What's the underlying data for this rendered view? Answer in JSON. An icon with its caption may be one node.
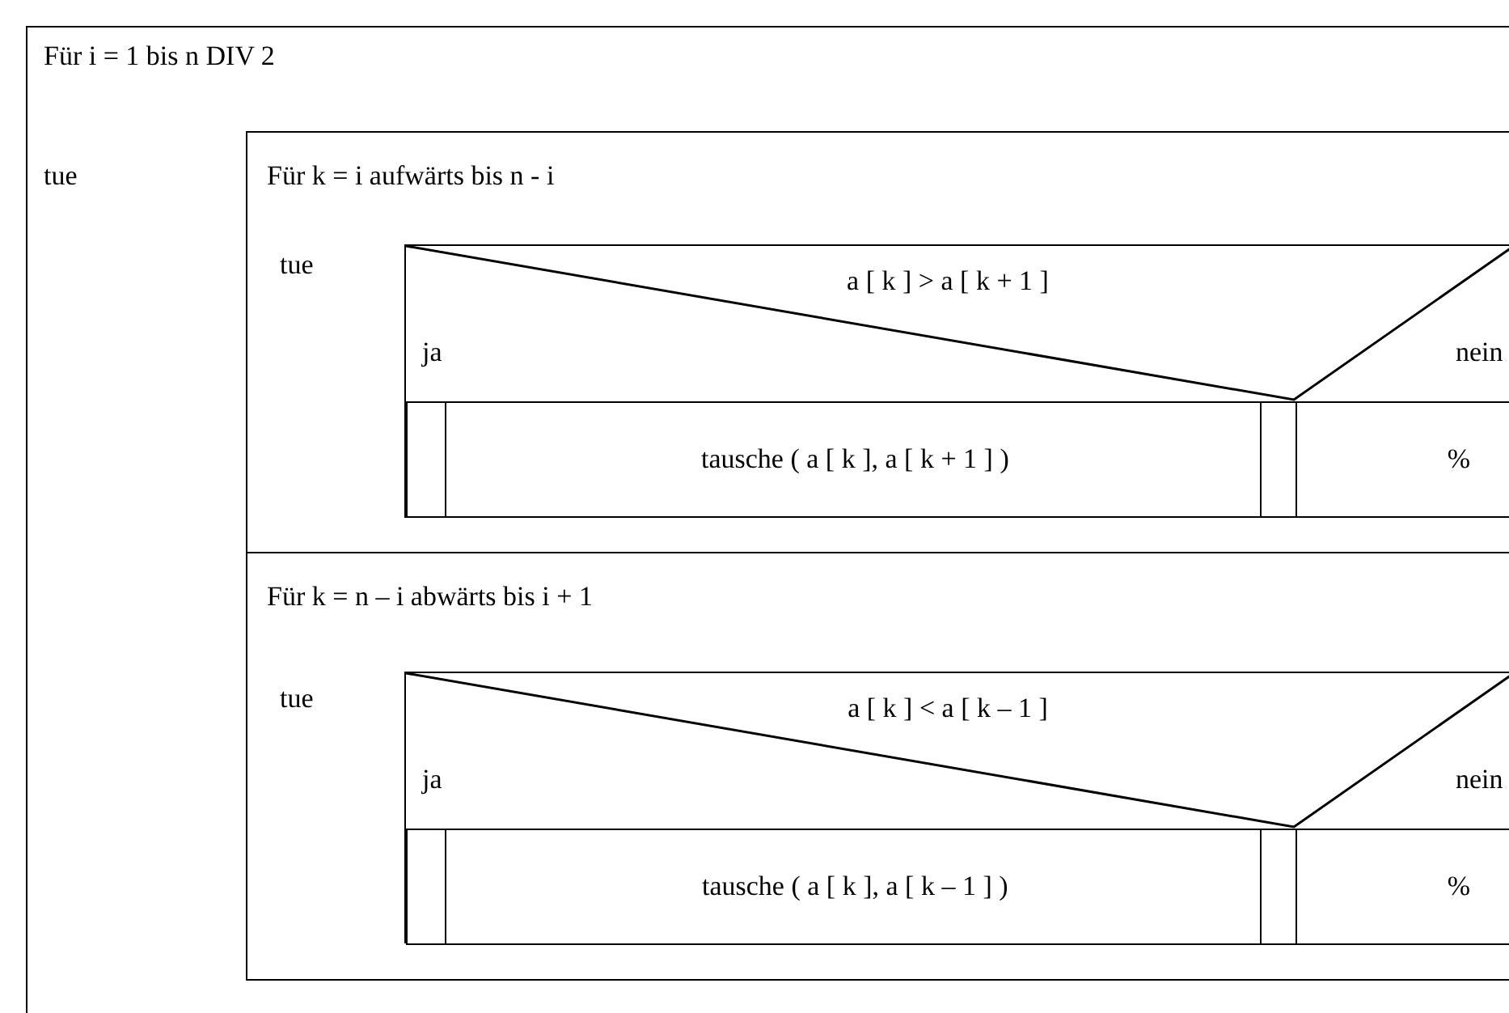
{
  "diagram": {
    "nodes": [
      {
        "text": [
          "Für i = 1 bis  n DIV 2",
          "tue"
        ]
      },
      {
        "text": [
          "Für k = i aufwärts bis n - i",
          "tue"
        ],
        "in": 0
      },
      {
        "text": [
          "a [ k ] > a [ k + 1 ]",
          "ja",
          "nein"
        ],
        "in": 1
      },
      {
        "text": [],
        "shape": "box",
        "in": 2
      },
      {
        "text": [
          "tausche ( a [ k ], a [ k + 1 ] )"
        ],
        "in": 2
      },
      {
        "text": [],
        "shape": "box",
        "in": 2
      },
      {
        "text": [
          "%"
        ],
        "in": 2
      },
      {
        "text": [
          "Für k = n – i abwärts bis i + 1",
          "tue"
        ],
        "in": 0
      },
      {
        "text": [
          "a [ k ] < a [ k – 1 ]",
          "ja",
          "nein"
        ],
        "in": 7
      },
      {
        "text": [],
        "shape": "box",
        "in": 8
      },
      {
        "text": [
          "tausche ( a [ k ], a [ k – 1 ] )"
        ],
        "in": 8
      },
      {
        "text": [],
        "shape": "box",
        "in": 8
      },
      {
        "text": [
          "%"
        ],
        "in": 8
      }
    ]
  }
}
